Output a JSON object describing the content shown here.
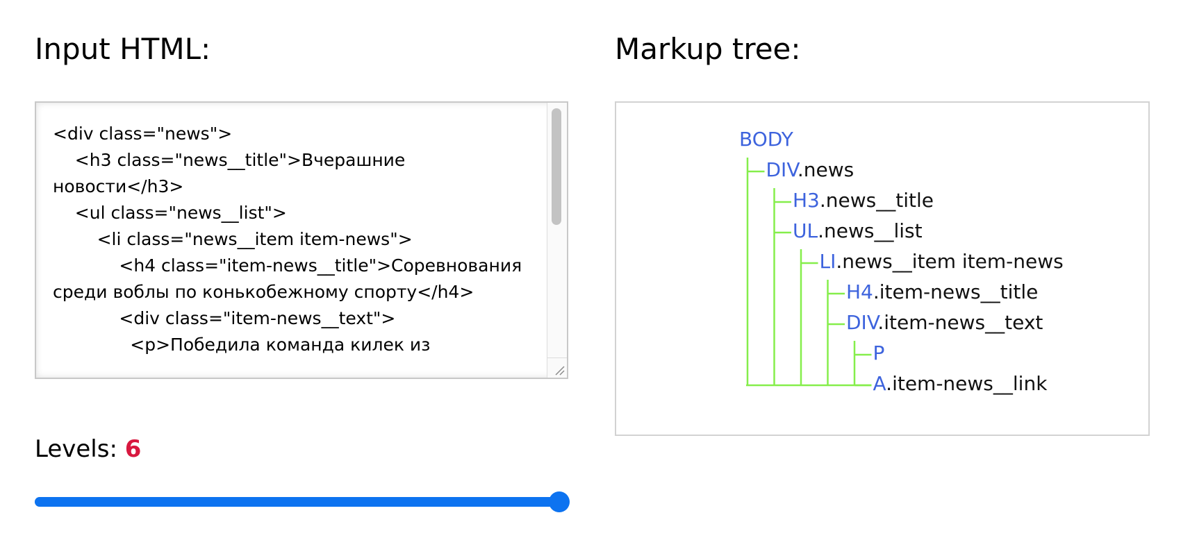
{
  "input_panel": {
    "heading": "Input HTML:",
    "html_source": "<div class=\"news\">\n    <h3 class=\"news__title\">Вчерашние новости</h3>\n    <ul class=\"news__list\">\n        <li class=\"news__item item-news\">\n            <h4 class=\"item-news__title\">Соревнования среди воблы по конькобежному спорту</h4>\n            <div class=\"item-news__text\">\n              <p>Победила команда килек из"
  },
  "levels": {
    "label": "Levels:",
    "value": "6",
    "slider_fraction": 1.0
  },
  "tree_panel": {
    "heading": "Markup tree:",
    "nodes": [
      {
        "depth": 0,
        "tag": "BODY",
        "cls": ""
      },
      {
        "depth": 1,
        "tag": "DIV",
        "cls": ".news"
      },
      {
        "depth": 2,
        "tag": "H3",
        "cls": ".news__title"
      },
      {
        "depth": 2,
        "tag": "UL",
        "cls": ".news__list"
      },
      {
        "depth": 3,
        "tag": "LI",
        "cls": ".news__item item-news"
      },
      {
        "depth": 4,
        "tag": "H4",
        "cls": ".item-news__title"
      },
      {
        "depth": 4,
        "tag": "DIV",
        "cls": ".item-news__text"
      },
      {
        "depth": 5,
        "tag": "P",
        "cls": ""
      },
      {
        "depth": 5,
        "tag": "A",
        "cls": ".item-news__link"
      }
    ]
  },
  "colors": {
    "tag": "#3d63dd",
    "connector": "#85ee4b",
    "levels_value": "#d8183f",
    "slider": "#0d73f0"
  }
}
